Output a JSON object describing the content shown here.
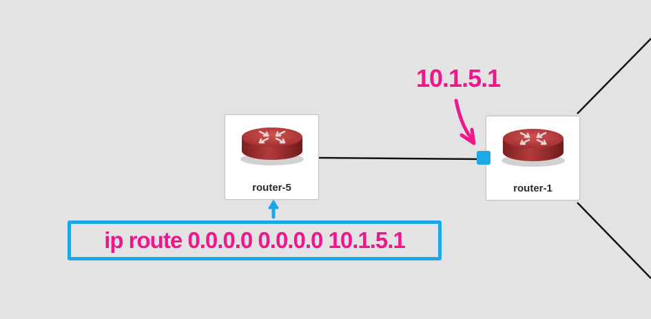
{
  "nodes": [
    {
      "id": "router-5",
      "label": "router-5"
    },
    {
      "id": "router-1",
      "label": "router-1"
    }
  ],
  "annotations": {
    "next_hop_ip": "10.1.5.1",
    "command": "ip route 0.0.0.0 0.0.0.0 10.1.5.1"
  },
  "colors": {
    "background": "#e3e3e3",
    "annotation_pink": "#f0168c",
    "annotation_blue": "#1ca8e6",
    "router_red": "#b23a3a",
    "link": "#111111"
  },
  "icons": {
    "router": "router-icon",
    "port": "interface-port-icon"
  }
}
